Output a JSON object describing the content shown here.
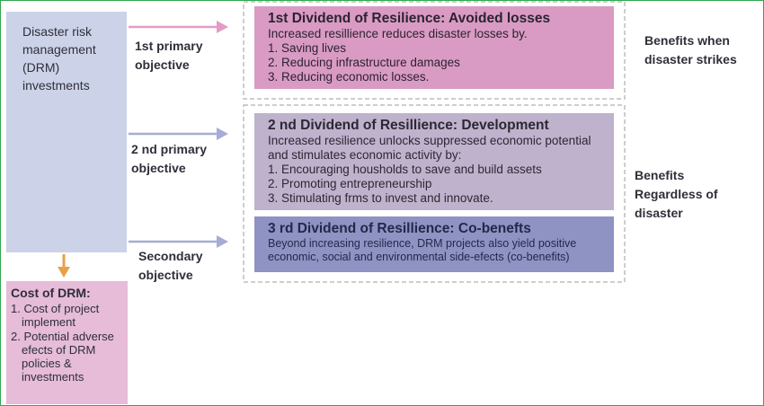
{
  "drm": {
    "lines": [
      "Disaster risk",
      "management",
      "(DRM)",
      "investments"
    ]
  },
  "objectives": {
    "first": [
      "1st primary",
      "objective"
    ],
    "second": [
      "2 nd primary",
      "objective"
    ],
    "secondary": [
      "Secondary",
      "objective"
    ]
  },
  "dividend1": {
    "title": "1st Dividend of Resilience: Avoided losses",
    "lines": [
      "Increased resillience reduces disaster losses by.",
      "1. Saving lives",
      "2. Reducing infrastructure damages",
      "3. Reducing economic losses."
    ]
  },
  "dividend2": {
    "title": "2 nd Dividend of Resillience: Development",
    "lines": [
      "Increased resilience unlocks suppressed economic potential",
      "and stimulates economic activity by:",
      "1. Encouraging housholds to save and build assets",
      "2. Promoting entrepreneurship",
      "3. Stimulating frms to invest and innovate."
    ]
  },
  "dividend3": {
    "title": "3 rd Dividend of Resillience: Co-benefts",
    "lines": [
      "Beyond increasing resilience, DRM projects also yield positive",
      "economic, social and environmental side-efects (co-benefits)"
    ]
  },
  "benefits": {
    "strike": [
      "Benefits when",
      "disaster strikes"
    ],
    "regardless": [
      "Benefits",
      "Regardless of",
      "disaster"
    ]
  },
  "cost": {
    "title": "Cost of DRM:",
    "items": [
      "1. Cost of project implement",
      "2. Potential adverse efects of DRM policies & investments"
    ]
  },
  "colors": {
    "drm_box": "#ccd2e8",
    "cost_box": "#e6bcd8",
    "dividend1": "#d99bc3",
    "dividend2": "#bfb2cd",
    "dividend3": "#8e93c3",
    "arrow_pink": "#e39bc6",
    "arrow_blue": "#a6acd6",
    "arrow_orange": "#e8a04a",
    "frame": "#2fa84f"
  }
}
